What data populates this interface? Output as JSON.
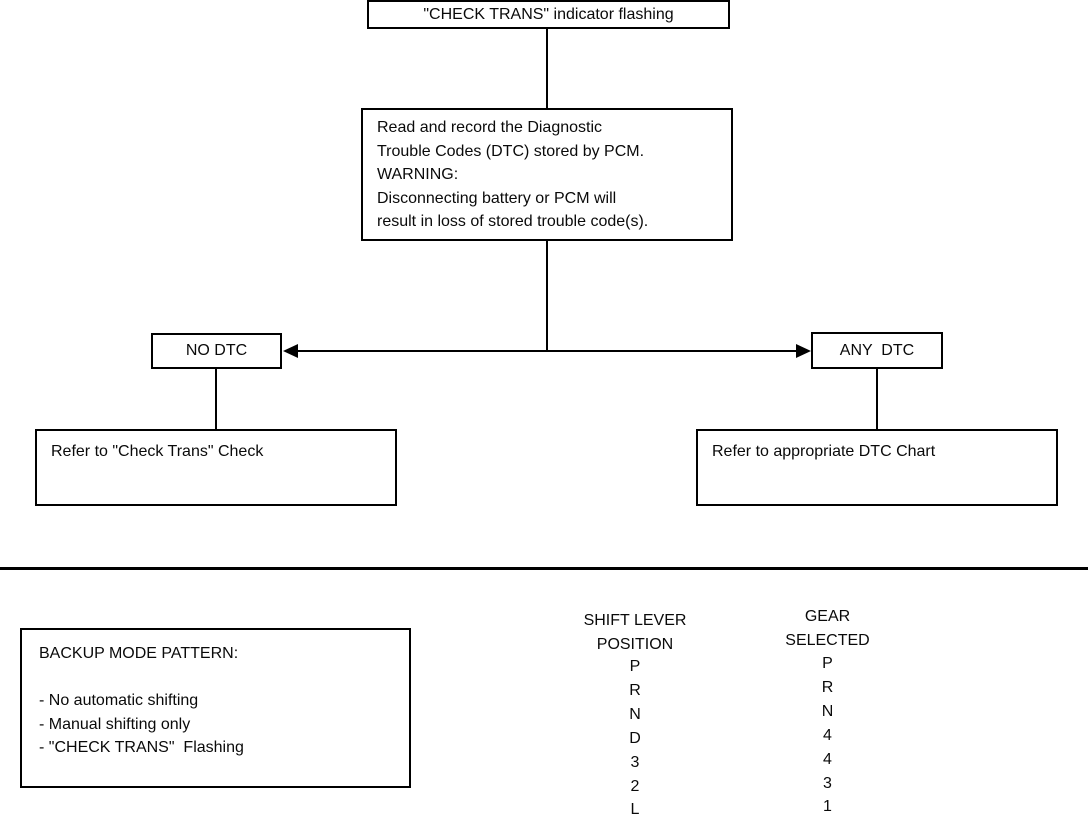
{
  "flowchart": {
    "start": "\"CHECK TRANS\" indicator flashing",
    "process": "Read and record the Diagnostic\nTrouble Codes (DTC) stored by PCM.\nWARNING:\nDisconnecting battery or PCM will\nresult in loss of stored trouble code(s).",
    "no_dtc": "NO DTC",
    "any_dtc": "ANY  DTC",
    "refer_check_trans": "Refer to \"Check Trans\" Check",
    "refer_dtc_chart": "Refer to appropriate DTC Chart"
  },
  "backup_mode": {
    "title": "BACKUP MODE PATTERN:",
    "items": [
      "- No automatic shifting",
      "- Manual shifting only",
      "- \"CHECK TRANS\"  Flashing"
    ]
  },
  "gear_table": {
    "col1_header": "SHIFT LEVER\nPOSITION",
    "col2_header": "GEAR\nSELECTED",
    "rows": [
      {
        "lever": "P",
        "gear": "P"
      },
      {
        "lever": "R",
        "gear": "R"
      },
      {
        "lever": "N",
        "gear": "N"
      },
      {
        "lever": "D",
        "gear": "4"
      },
      {
        "lever": "3",
        "gear": "4"
      },
      {
        "lever": "2",
        "gear": "3"
      },
      {
        "lever": "L",
        "gear": "1"
      }
    ]
  },
  "colors": {
    "ink": "#000000",
    "background": "#ffffff"
  }
}
